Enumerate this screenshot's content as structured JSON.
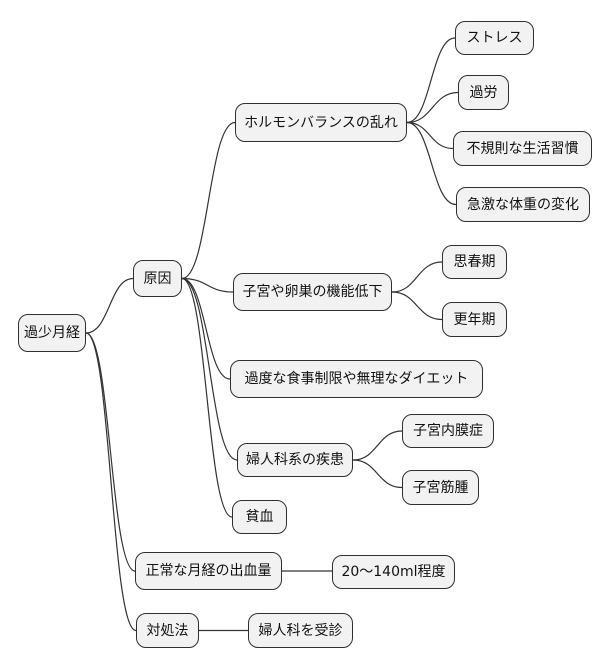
{
  "diagram": {
    "type": "mindmap",
    "title": "過少月経",
    "colors": {
      "background": "#ffffff",
      "node_fill": "#f2f2f2",
      "node_border": "#2f2f2f",
      "edge": "#333333"
    },
    "nodes": {
      "root": "過少月経",
      "causes": "原因",
      "hormone_imbalance": "ホルモンバランスの乱れ",
      "stress": "ストレス",
      "overwork": "過労",
      "irregular_lifestyle": "不規則な生活習慣",
      "sudden_weight_change": "急激な体重の変化",
      "uterus_ovary_decline": "子宮や卵巣の機能低下",
      "puberty": "思春期",
      "menopause": "更年期",
      "excessive_dieting": "過度な食事制限や無理なダイエット",
      "gynecological_disease": "婦人科系の疾患",
      "endometriosis": "子宮内膜症",
      "uterine_fibroid": "子宮筋腫",
      "anemia": "貧血",
      "normal_blood_amount": "正常な月経の出血量",
      "amount_range": "20〜140ml程度",
      "treatment": "対処法",
      "visit_gynecologist": "婦人科を受診"
    },
    "edges": [
      [
        "root",
        "causes"
      ],
      [
        "root",
        "normal_blood_amount"
      ],
      [
        "root",
        "treatment"
      ],
      [
        "causes",
        "hormone_imbalance"
      ],
      [
        "causes",
        "uterus_ovary_decline"
      ],
      [
        "causes",
        "excessive_dieting"
      ],
      [
        "causes",
        "gynecological_disease"
      ],
      [
        "causes",
        "anemia"
      ],
      [
        "hormone_imbalance",
        "stress"
      ],
      [
        "hormone_imbalance",
        "overwork"
      ],
      [
        "hormone_imbalance",
        "irregular_lifestyle"
      ],
      [
        "hormone_imbalance",
        "sudden_weight_change"
      ],
      [
        "uterus_ovary_decline",
        "puberty"
      ],
      [
        "uterus_ovary_decline",
        "menopause"
      ],
      [
        "gynecological_disease",
        "endometriosis"
      ],
      [
        "gynecological_disease",
        "uterine_fibroid"
      ],
      [
        "normal_blood_amount",
        "amount_range"
      ],
      [
        "treatment",
        "visit_gynecologist"
      ]
    ]
  }
}
